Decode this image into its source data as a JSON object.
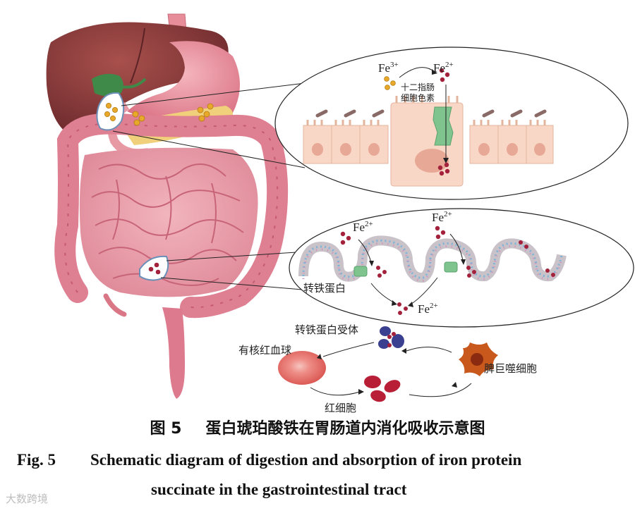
{
  "labels": {
    "fe3_top": {
      "base": "Fe",
      "sup": "3+"
    },
    "fe2_top": {
      "base": "Fe",
      "sup": "2+"
    },
    "dcytb_line1": "十二指肠",
    "dcytb_line2": "细胞色素",
    "fe2_villi_left": {
      "base": "Fe",
      "sup": "2+"
    },
    "fe2_villi_mid": {
      "base": "Fe",
      "sup": "2+"
    },
    "transferrin": "转铁蛋白",
    "fe2_blood": {
      "base": "Fe",
      "sup": "2+"
    },
    "transferrin_receptor": "转铁蛋白受体",
    "nucleated_rbc": "有核红血球",
    "macrophage": "脾巨噬细胞",
    "rbc": "红细胞"
  },
  "caption": {
    "cn_number": "图 5",
    "cn_title": "蛋白琥珀酸铁在胃肠道内消化吸收示意图",
    "en_number": "Fig. 5",
    "en_title_line1": "Schematic diagram of digestion and absorption of iron protein",
    "en_title_line2": "succinate in the gastrointestinal tract"
  },
  "watermark": "大数跨境",
  "colors": {
    "iron3": "#e8a92a",
    "iron2": "#a3213a",
    "liver": "#8a3a3a",
    "intestine": "#e88a9c",
    "stomach": "#e58c98",
    "transporter": "#7fc48f"
  }
}
